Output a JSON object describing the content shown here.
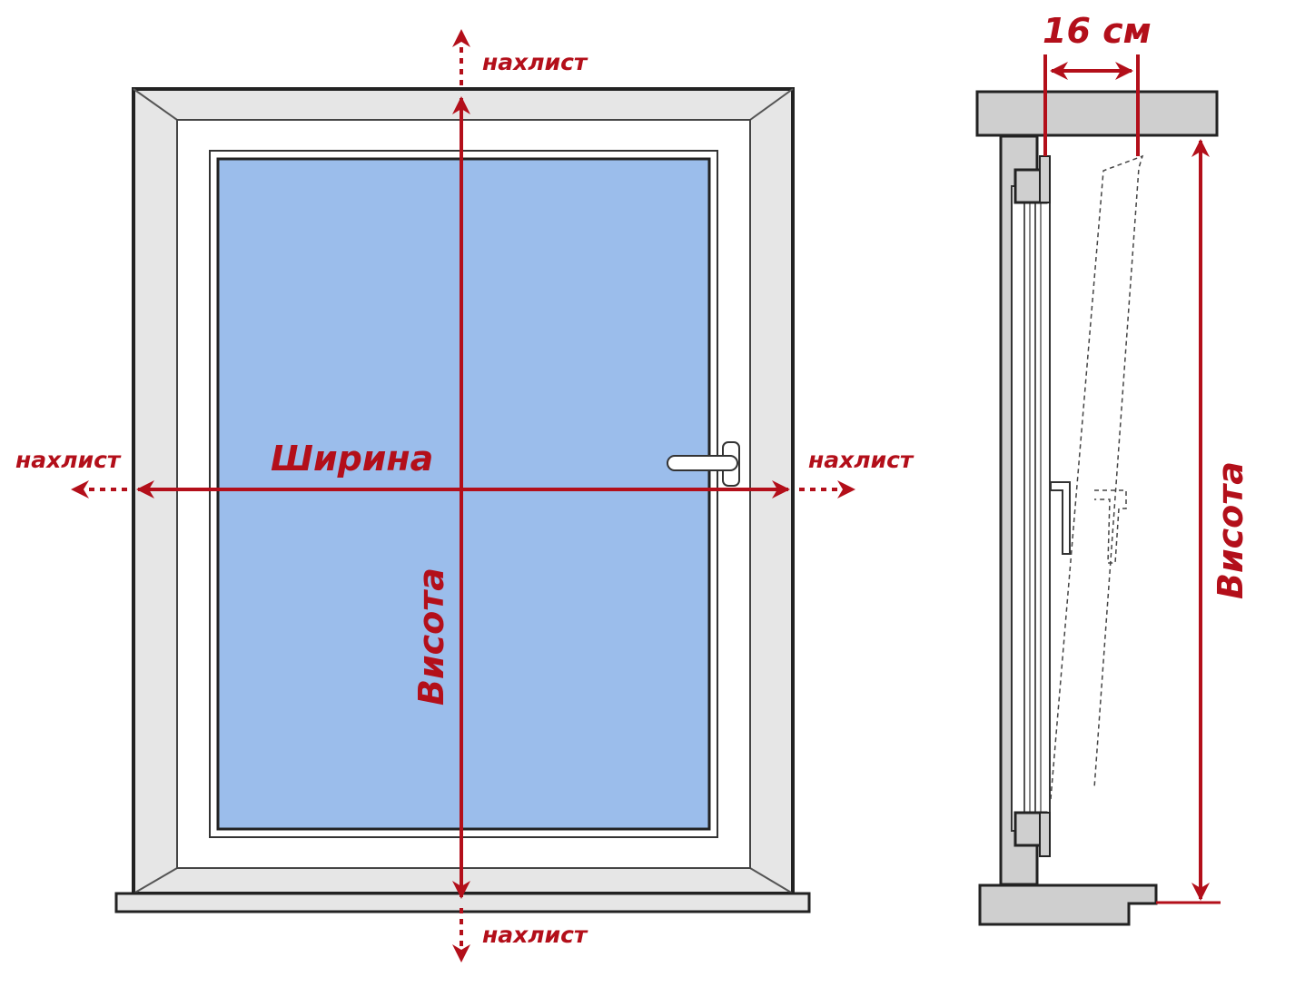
{
  "labels": {
    "overlap_top": "нахлист",
    "overlap_bottom": "нахлист",
    "overlap_left": "нахлист",
    "overlap_right": "нахлист",
    "width": "Ширина",
    "height_front": "Висота",
    "height_side": "Висота",
    "depth": "16 см"
  },
  "colors": {
    "accent": "#b30f1a",
    "glass": "#9bbdeb",
    "frame_fill": "#e6e6e6",
    "frame_stroke": "#222222",
    "section_fill": "#cfcfcf"
  }
}
